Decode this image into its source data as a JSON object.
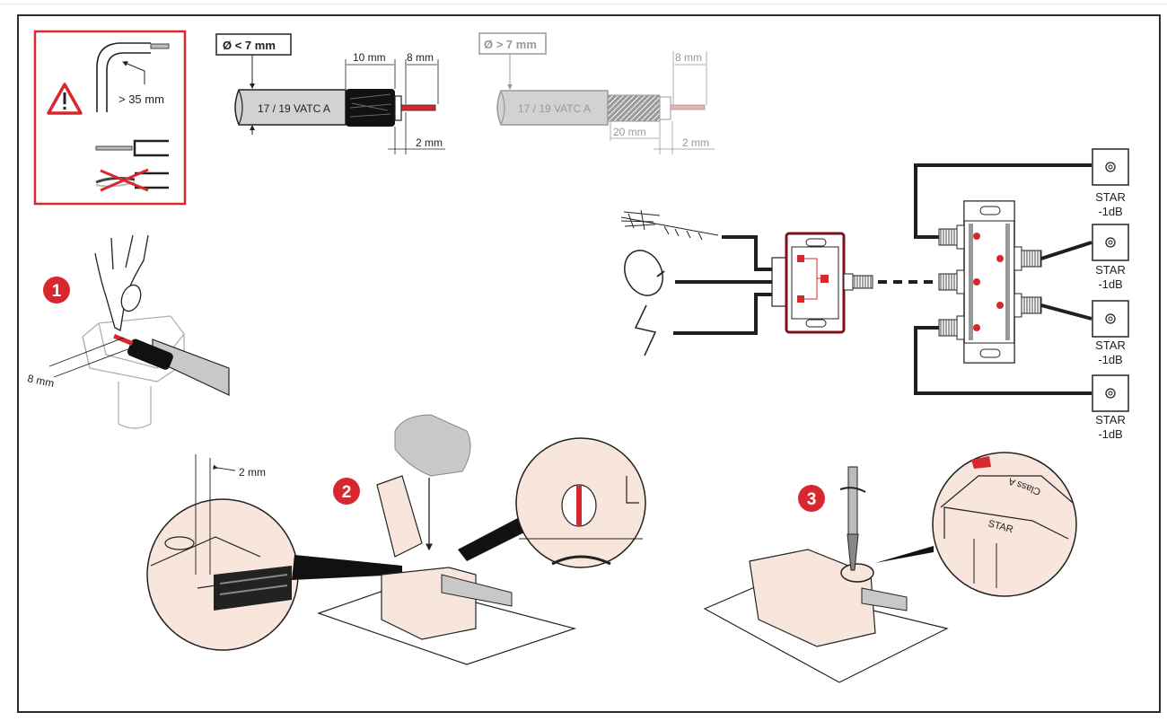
{
  "warning_box": {
    "bend_radius_label": "> 35 mm",
    "icon": "warning-triangle-icon"
  },
  "cable_small": {
    "diameter_label": "Ø < 7 mm",
    "cable_label": "17 / 19 VATC A",
    "braid_length": "10 mm",
    "core_length": "8 mm",
    "gap_length": "2 mm"
  },
  "cable_large": {
    "diameter_label": "Ø > 7 mm",
    "cable_label": "17 / 19 VATC A",
    "braid_length": "20 mm",
    "core_length": "8 mm",
    "gap_length": "2 mm"
  },
  "steps": [
    {
      "number": "1",
      "dimension": "8 mm"
    },
    {
      "number": "2",
      "dimension": "2 mm"
    },
    {
      "number": "3",
      "detail_labels": [
        "STAR",
        "Class A"
      ]
    }
  ],
  "distribution": {
    "sources": [
      "antenna-icon",
      "satellite-dish-icon",
      "signal-input-icon"
    ],
    "outlets": [
      {
        "line1": "STAR",
        "line2": "-1dB"
      },
      {
        "line1": "STAR",
        "line2": "-1dB"
      },
      {
        "line1": "STAR",
        "line2": "-1dB"
      },
      {
        "line1": "STAR",
        "line2": "-1dB"
      }
    ]
  },
  "colors": {
    "accent_red": "#d7282f",
    "device_beige": "#f8e6dc",
    "cable_grey": "#c8c8c8",
    "line_dark": "#1f1f1f"
  }
}
